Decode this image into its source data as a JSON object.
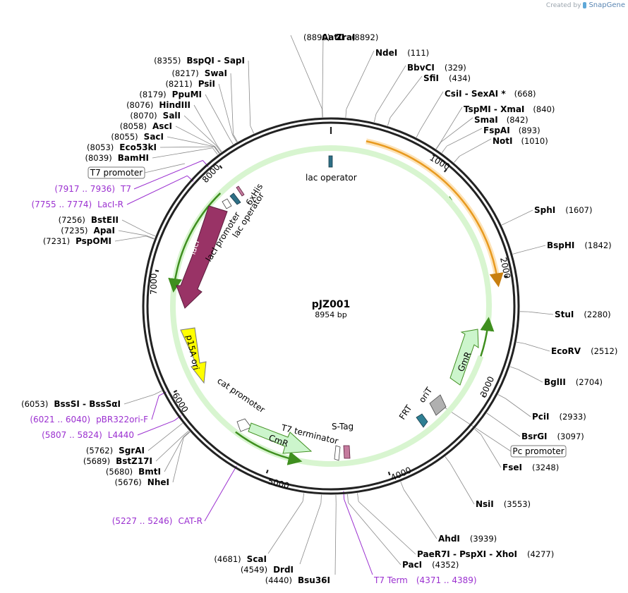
{
  "credit": {
    "created_by": "Created by",
    "brand": "SnapGene"
  },
  "plasmid": {
    "name": "pJZ001",
    "length": "8954 bp"
  },
  "ticks": [
    "1000",
    "2000",
    "3000",
    "4000",
    "5000",
    "6000",
    "7000",
    "8000"
  ],
  "sites": [
    {
      "name": "ZraI",
      "pos": "(8890)"
    },
    {
      "name": "AatII",
      "pos": "(8892)"
    },
    {
      "name": "NdeI",
      "pos": "(111)"
    },
    {
      "name": "BbvCI",
      "pos": "(329)"
    },
    {
      "name": "SfiI",
      "pos": "(434)"
    },
    {
      "name": "CsiI  -  SexAI *",
      "pos": "(668)"
    },
    {
      "name": "TspMI  -  XmaI",
      "pos": "(840)"
    },
    {
      "name": "SmaI",
      "pos": "(842)"
    },
    {
      "name": "FspAI",
      "pos": "(893)"
    },
    {
      "name": "NotI",
      "pos": "(1010)"
    },
    {
      "name": "SphI",
      "pos": "(1607)"
    },
    {
      "name": "BspHI",
      "pos": "(1842)"
    },
    {
      "name": "StuI",
      "pos": "(2280)"
    },
    {
      "name": "EcoRV",
      "pos": "(2512)"
    },
    {
      "name": "BglII",
      "pos": "(2704)"
    },
    {
      "name": "PciI",
      "pos": "(2933)"
    },
    {
      "name": "BsrGI",
      "pos": "(3097)"
    },
    {
      "name": "FseI",
      "pos": "(3248)"
    },
    {
      "name": "NsiI",
      "pos": "(3553)"
    },
    {
      "name": "AhdI",
      "pos": "(3939)"
    },
    {
      "name": "PaeR7I  -  PspXI  -  XhoI",
      "pos": "(4277)"
    },
    {
      "name": "PacI",
      "pos": "(4352)"
    },
    {
      "name": "Bsu36I",
      "pos": "(4440)"
    },
    {
      "name": "DrdI",
      "pos": "(4549)"
    },
    {
      "name": "ScaI",
      "pos": "(4681)"
    },
    {
      "name": "NheI",
      "pos": "(5676)"
    },
    {
      "name": "BmtI",
      "pos": "(5680)"
    },
    {
      "name": "BstZ17I",
      "pos": "(5689)"
    },
    {
      "name": "SgrAI",
      "pos": "(5762)"
    },
    {
      "name": "BssSI  -  BssSαI",
      "pos": "(6053)"
    },
    {
      "name": "PspOMI",
      "pos": "(7231)"
    },
    {
      "name": "ApaI",
      "pos": "(7235)"
    },
    {
      "name": "BstEII",
      "pos": "(7256)"
    },
    {
      "name": "BamHI",
      "pos": "(8039)"
    },
    {
      "name": "Eco53kI",
      "pos": "(8053)"
    },
    {
      "name": "SacI",
      "pos": "(8055)"
    },
    {
      "name": "AscI",
      "pos": "(8058)"
    },
    {
      "name": "SalI",
      "pos": "(8070)"
    },
    {
      "name": "HindIII",
      "pos": "(8076)"
    },
    {
      "name": "PpuMI",
      "pos": "(8179)"
    },
    {
      "name": "PsiI",
      "pos": "(8211)"
    },
    {
      "name": "SwaI",
      "pos": "(8217)"
    },
    {
      "name": "BspQI  -  SapI",
      "pos": "(8355)"
    }
  ],
  "primers": [
    {
      "name": "T7",
      "range": "(7917 .. 7936)"
    },
    {
      "name": "LacI-R",
      "range": "(7755 .. 7774)"
    },
    {
      "name": "pBR322ori-F",
      "range": "(6021 .. 6040)"
    },
    {
      "name": "L4440",
      "range": "(5807 .. 5824)"
    },
    {
      "name": "CAT-R",
      "range": "(5227 .. 5246)"
    },
    {
      "name": "T7 Term",
      "range": "(4371 .. 4389)"
    }
  ],
  "boxed_features": [
    {
      "label": "T7 promoter"
    },
    {
      "label": "Pc promoter"
    }
  ],
  "features": [
    {
      "label": "lac operator",
      "color": "#2e6f86"
    },
    {
      "label": "6xHis",
      "color": "#c57b9e"
    },
    {
      "label": "lacI promoter",
      "color": "#ffffff"
    },
    {
      "label": "lac operator",
      "color": "#2e6f86"
    },
    {
      "label": "lacI",
      "color": "#993366"
    },
    {
      "label": "p15A ori",
      "color": "#ffff00"
    },
    {
      "label": "cat promoter",
      "color": "#ffffff"
    },
    {
      "label": "CmR",
      "color": "#ccf5cc"
    },
    {
      "label": "T7 terminator",
      "color": "#ffffff"
    },
    {
      "label": "S-Tag",
      "color": "#c57b9e"
    },
    {
      "label": "FRT",
      "color": "#2e7f93"
    },
    {
      "label": "oriT",
      "color": "#b0b0b0"
    },
    {
      "label": "GmR",
      "color": "#ccf5cc"
    }
  ],
  "colors": {
    "backbone": "#222222",
    "orange_orf": "#e89a1f",
    "green_orf": "#3f8f1f",
    "primer": "#9b30d0",
    "leader": "#8a8a8a"
  }
}
